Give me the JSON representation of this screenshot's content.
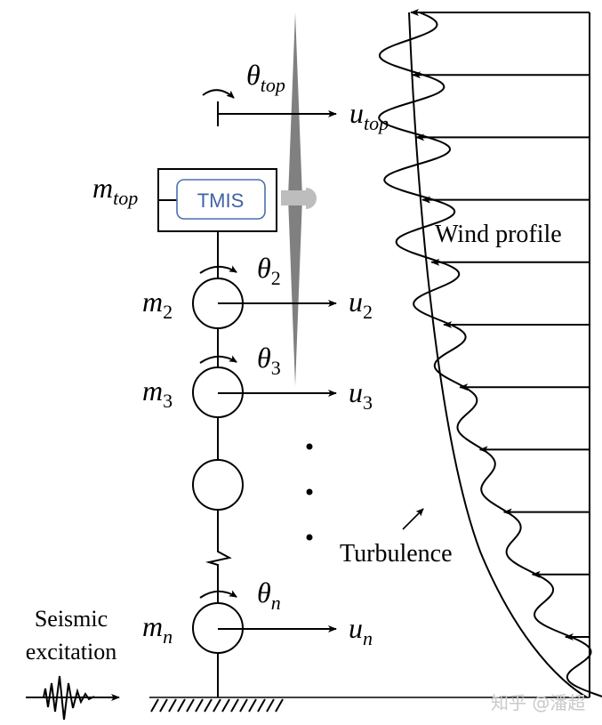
{
  "diagram": {
    "subject": "Wind turbine tower lumped-mass model under wind and seismic loading",
    "tmis_label": "TMIS",
    "masses": [
      {
        "id": "top",
        "mass_base": "m",
        "mass_sub": "top",
        "disp_base": "u",
        "disp_sub": "top",
        "rot_base": "θ",
        "rot_sub": "top"
      },
      {
        "id": "2",
        "mass_base": "m",
        "mass_sub": "2",
        "disp_base": "u",
        "disp_sub": "2",
        "rot_base": "θ",
        "rot_sub": "2"
      },
      {
        "id": "3",
        "mass_base": "m",
        "mass_sub": "3",
        "disp_base": "u",
        "disp_sub": "3",
        "rot_base": "θ",
        "rot_sub": "3"
      },
      {
        "id": "n",
        "mass_base": "m",
        "mass_sub": "n",
        "disp_base": "u",
        "disp_sub": "n",
        "rot_base": "θ",
        "rot_sub": "n"
      }
    ],
    "wind_profile_label": "Wind profile",
    "turbulence_label": "Turbulence",
    "seismic_label_line1": "Seismic",
    "seismic_label_line2": "excitation",
    "ellipsis_dots": 3,
    "wind_arrow_count": 11,
    "watermark": "知乎 @潘超",
    "colors": {
      "line": "#000000",
      "blade": "#808080",
      "hub": "#bdbdbd",
      "tmis_border": "#4a6fb0",
      "tmis_text": "#3f63a6",
      "watermark": "#c9c9c9"
    }
  }
}
